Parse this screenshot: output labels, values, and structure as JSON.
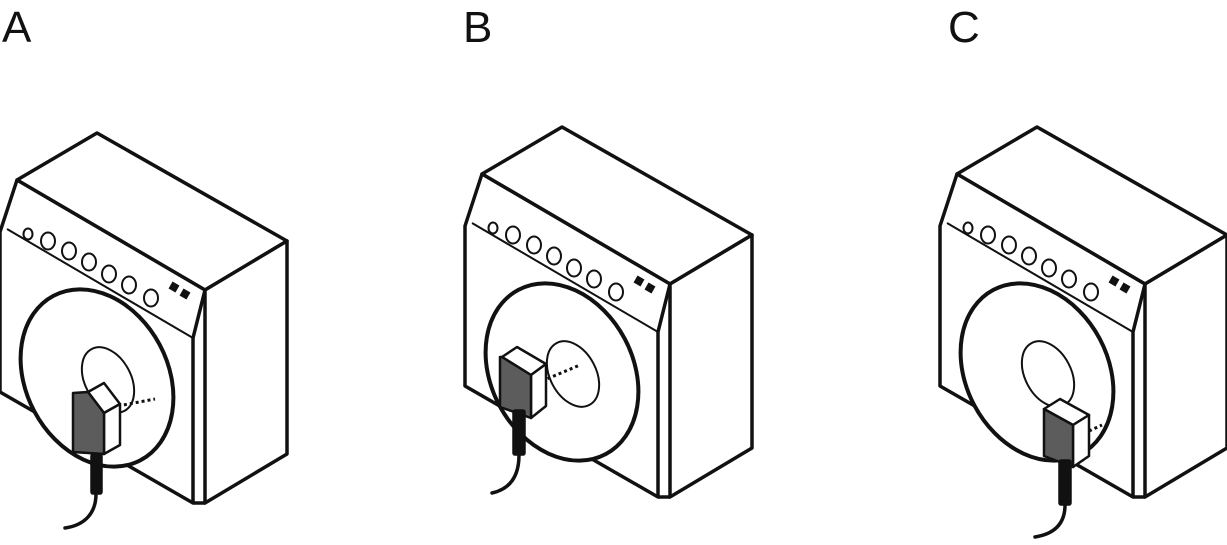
{
  "panels": [
    {
      "label": "A"
    },
    {
      "label": "B"
    },
    {
      "label": "C"
    }
  ],
  "colors": {
    "stroke": "#111111",
    "background": "#ffffff",
    "sensor_front": "#5c5c5c",
    "sensor_side": "#ffffff",
    "cable": "#111111"
  },
  "icons": {
    "appliance": "washing-machine-icon",
    "sensor": "sensor-box-icon",
    "beam": "dotted-beam-line",
    "cable": "cable-icon"
  }
}
